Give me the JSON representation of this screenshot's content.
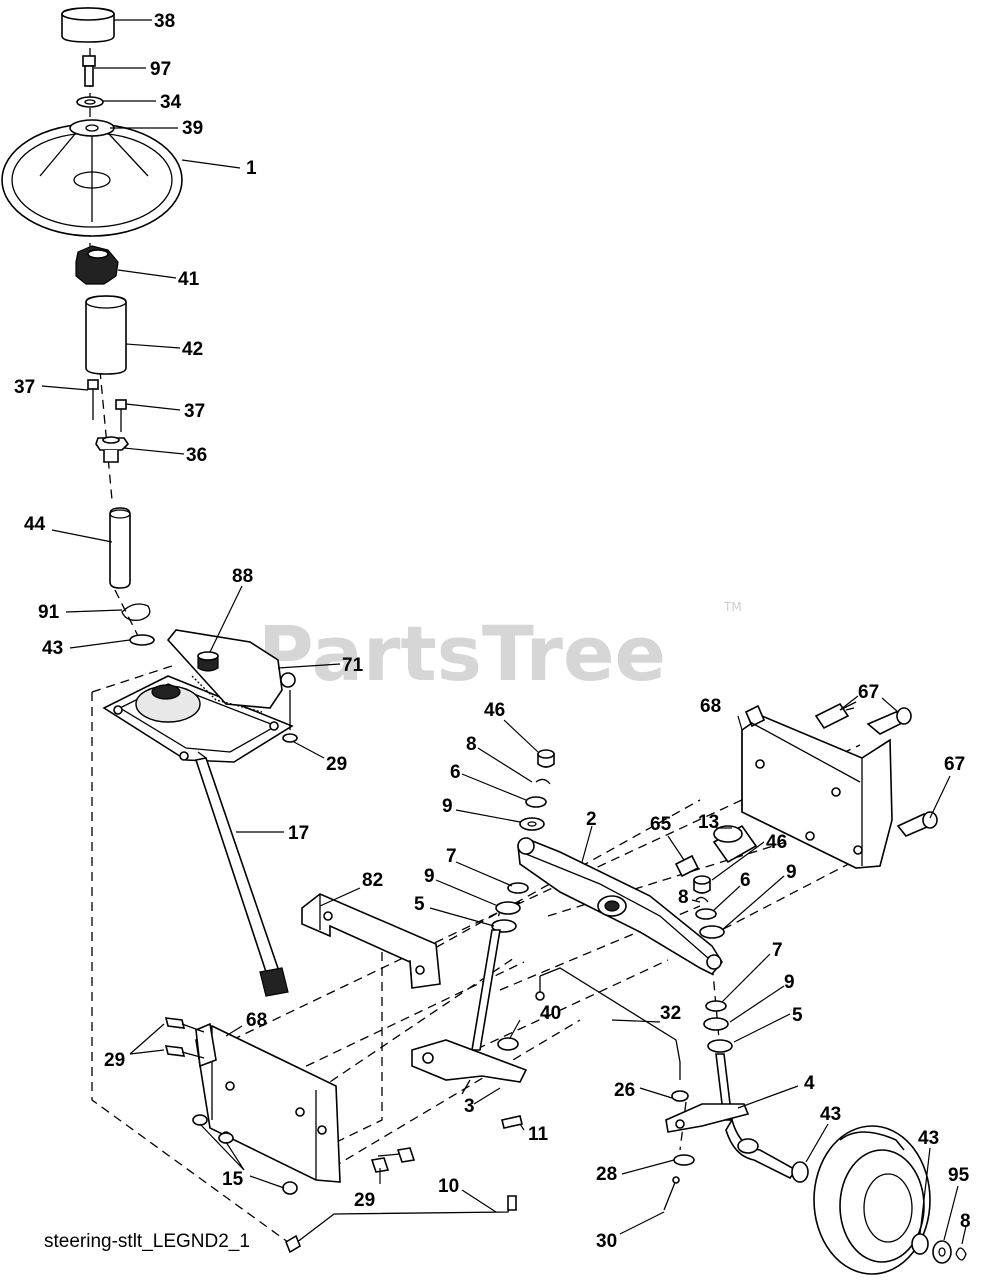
{
  "diagram": {
    "watermark": "PartsTree",
    "trademark": "TM",
    "caption": "steering-stlt_LEGND2_1",
    "callouts": [
      {
        "id": "c38",
        "label": "38"
      },
      {
        "id": "c97",
        "label": "97"
      },
      {
        "id": "c34",
        "label": "34"
      },
      {
        "id": "c39",
        "label": "39"
      },
      {
        "id": "c1",
        "label": "1"
      },
      {
        "id": "c41",
        "label": "41"
      },
      {
        "id": "c42",
        "label": "42"
      },
      {
        "id": "c37a",
        "label": "37"
      },
      {
        "id": "c37b",
        "label": "37"
      },
      {
        "id": "c36",
        "label": "36"
      },
      {
        "id": "c44",
        "label": "44"
      },
      {
        "id": "c88",
        "label": "88"
      },
      {
        "id": "c91",
        "label": "91"
      },
      {
        "id": "c43a",
        "label": "43"
      },
      {
        "id": "c71",
        "label": "71"
      },
      {
        "id": "c29a",
        "label": "29"
      },
      {
        "id": "c17",
        "label": "17"
      },
      {
        "id": "c46a",
        "label": "46"
      },
      {
        "id": "c8a",
        "label": "8"
      },
      {
        "id": "c6a",
        "label": "6"
      },
      {
        "id": "c9a",
        "label": "9"
      },
      {
        "id": "c68a",
        "label": "68"
      },
      {
        "id": "c67a",
        "label": "67"
      },
      {
        "id": "c67b",
        "label": "67"
      },
      {
        "id": "c2",
        "label": "2"
      },
      {
        "id": "c13",
        "label": "13"
      },
      {
        "id": "c65",
        "label": "65"
      },
      {
        "id": "c46b",
        "label": "46"
      },
      {
        "id": "c7a",
        "label": "7"
      },
      {
        "id": "c9b",
        "label": "9"
      },
      {
        "id": "c8b",
        "label": "8"
      },
      {
        "id": "c6b",
        "label": "6"
      },
      {
        "id": "c9c",
        "label": "9"
      },
      {
        "id": "c82",
        "label": "82"
      },
      {
        "id": "c5a",
        "label": "5"
      },
      {
        "id": "c7b",
        "label": "7"
      },
      {
        "id": "c9d",
        "label": "9"
      },
      {
        "id": "c5b",
        "label": "5"
      },
      {
        "id": "c40",
        "label": "40"
      },
      {
        "id": "c32",
        "label": "32"
      },
      {
        "id": "c29b",
        "label": "29"
      },
      {
        "id": "c68b",
        "label": "68"
      },
      {
        "id": "c3",
        "label": "3"
      },
      {
        "id": "c4",
        "label": "4"
      },
      {
        "id": "c26",
        "label": "26"
      },
      {
        "id": "c43b",
        "label": "43"
      },
      {
        "id": "c11",
        "label": "11"
      },
      {
        "id": "c43c",
        "label": "43"
      },
      {
        "id": "c15",
        "label": "15"
      },
      {
        "id": "c29c",
        "label": "29"
      },
      {
        "id": "c10",
        "label": "10"
      },
      {
        "id": "c28",
        "label": "28"
      },
      {
        "id": "c95",
        "label": "95"
      },
      {
        "id": "c30",
        "label": "30"
      },
      {
        "id": "c8c",
        "label": "8"
      }
    ]
  }
}
